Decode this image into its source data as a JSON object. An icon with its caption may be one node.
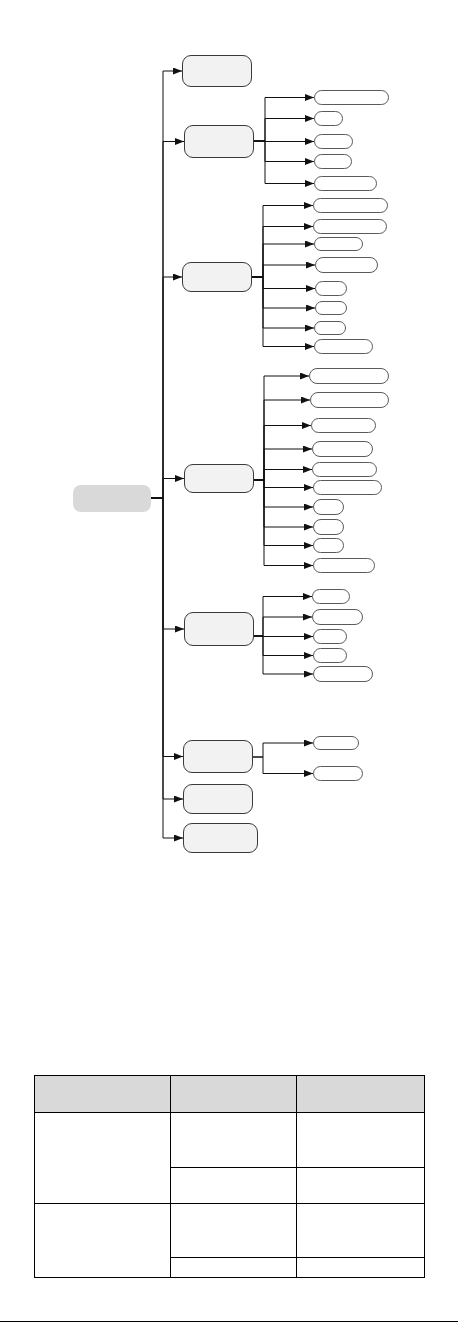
{
  "diagram": {
    "nodes": [
      {
        "text": [],
        "shape": "box"
      },
      {
        "text": [],
        "shape": "box"
      },
      {
        "text": [],
        "shape": "box"
      },
      {
        "text": [],
        "shape": "box"
      },
      {
        "text": [],
        "shape": "box"
      },
      {
        "text": [],
        "shape": "box"
      },
      {
        "text": [],
        "shape": "box"
      },
      {
        "text": [],
        "shape": "box"
      },
      {
        "text": [],
        "shape": "box"
      },
      {
        "text": [],
        "shape": "box"
      },
      {
        "text": [],
        "shape": "box"
      },
      {
        "text": [],
        "shape": "box"
      },
      {
        "text": [],
        "shape": "box"
      },
      {
        "text": [],
        "shape": "box"
      },
      {
        "text": [],
        "shape": "box"
      },
      {
        "text": [],
        "shape": "box"
      },
      {
        "text": [],
        "shape": "box"
      },
      {
        "text": [],
        "shape": "box"
      },
      {
        "text": [],
        "shape": "box"
      },
      {
        "text": [],
        "shape": "box"
      },
      {
        "text": [],
        "shape": "box"
      },
      {
        "text": [],
        "shape": "box"
      },
      {
        "text": [],
        "shape": "box"
      },
      {
        "text": [],
        "shape": "box"
      },
      {
        "text": [],
        "shape": "box"
      },
      {
        "text": [],
        "shape": "box"
      },
      {
        "text": [],
        "shape": "box"
      },
      {
        "text": [],
        "shape": "box"
      },
      {
        "text": [],
        "shape": "box"
      },
      {
        "text": [],
        "shape": "box"
      },
      {
        "text": [],
        "shape": "box"
      },
      {
        "text": [],
        "shape": "box"
      },
      {
        "text": [],
        "shape": "box"
      },
      {
        "text": [],
        "shape": "box"
      },
      {
        "text": [],
        "shape": "box"
      },
      {
        "text": [],
        "shape": "box"
      },
      {
        "text": [],
        "shape": "box"
      },
      {
        "text": [],
        "shape": "box"
      },
      {
        "text": [],
        "shape": "box"
      }
    ],
    "edges": [
      {
        "from": 0,
        "to": 1,
        "arrow": "to"
      },
      {
        "from": 0,
        "to": 2,
        "arrow": "to"
      },
      {
        "from": 0,
        "to": 3,
        "arrow": "to"
      },
      {
        "from": 0,
        "to": 4,
        "arrow": "to"
      },
      {
        "from": 0,
        "to": 5,
        "arrow": "to"
      },
      {
        "from": 0,
        "to": 6,
        "arrow": "to"
      },
      {
        "from": 0,
        "to": 7,
        "arrow": "to"
      },
      {
        "from": 0,
        "to": 8,
        "arrow": "to"
      },
      {
        "from": 2,
        "to": 9,
        "arrow": "to"
      },
      {
        "from": 2,
        "to": 10,
        "arrow": "to"
      },
      {
        "from": 2,
        "to": 11,
        "arrow": "to"
      },
      {
        "from": 2,
        "to": 12,
        "arrow": "to"
      },
      {
        "from": 2,
        "to": 13,
        "arrow": "to"
      },
      {
        "from": 3,
        "to": 14,
        "arrow": "to"
      },
      {
        "from": 3,
        "to": 15,
        "arrow": "to"
      },
      {
        "from": 3,
        "to": 16,
        "arrow": "to"
      },
      {
        "from": 3,
        "to": 17,
        "arrow": "to"
      },
      {
        "from": 3,
        "to": 18,
        "arrow": "to"
      },
      {
        "from": 3,
        "to": 19,
        "arrow": "to"
      },
      {
        "from": 3,
        "to": 20,
        "arrow": "to"
      },
      {
        "from": 3,
        "to": 21,
        "arrow": "to"
      },
      {
        "from": 4,
        "to": 22,
        "arrow": "to"
      },
      {
        "from": 4,
        "to": 23,
        "arrow": "to"
      },
      {
        "from": 4,
        "to": 24,
        "arrow": "to"
      },
      {
        "from": 4,
        "to": 25,
        "arrow": "to"
      },
      {
        "from": 4,
        "to": 26,
        "arrow": "to"
      },
      {
        "from": 4,
        "to": 27,
        "arrow": "to"
      },
      {
        "from": 4,
        "to": 28,
        "arrow": "to"
      },
      {
        "from": 4,
        "to": 29,
        "arrow": "to"
      },
      {
        "from": 4,
        "to": 30,
        "arrow": "to"
      },
      {
        "from": 4,
        "to": 31,
        "arrow": "to"
      },
      {
        "from": 5,
        "to": 32,
        "arrow": "to"
      },
      {
        "from": 5,
        "to": 33,
        "arrow": "to"
      },
      {
        "from": 5,
        "to": 34,
        "arrow": "to"
      },
      {
        "from": 5,
        "to": 35,
        "arrow": "to"
      },
      {
        "from": 5,
        "to": 36,
        "arrow": "to"
      },
      {
        "from": 6,
        "to": 37,
        "arrow": "to"
      },
      {
        "from": 6,
        "to": 38,
        "arrow": "to"
      }
    ]
  }
}
